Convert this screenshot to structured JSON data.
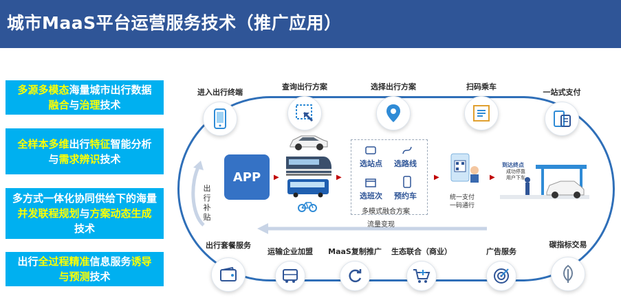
{
  "title": "城市MaaS平台运营服务技术（推广应用）",
  "tech_boxes": [
    {
      "parts": [
        {
          "t": "多源多模态",
          "hl": true
        },
        {
          "t": "海量城市出行数据",
          "hl": false
        },
        {
          "t": "融合",
          "hl": true
        },
        {
          "t": "与",
          "hl": false
        },
        {
          "t": "治理",
          "hl": true
        },
        {
          "t": "技术",
          "hl": false
        }
      ]
    },
    {
      "parts": [
        {
          "t": "全样本多维",
          "hl": true
        },
        {
          "t": "出行",
          "hl": false
        },
        {
          "t": "特征",
          "hl": true
        },
        {
          "t": "智能分析与",
          "hl": false
        },
        {
          "t": "需求辨识",
          "hl": true
        },
        {
          "t": "技术",
          "hl": false
        }
      ]
    },
    {
      "parts": [
        {
          "t": "多方式一体化协同供给下的海量",
          "hl": false
        },
        {
          "t": "并发联程规划",
          "hl": true
        },
        {
          "t": "与",
          "hl": false
        },
        {
          "t": "方案动态生成",
          "hl": true
        },
        {
          "t": "技术",
          "hl": false
        }
      ]
    },
    {
      "parts": [
        {
          "t": "出行",
          "hl": false
        },
        {
          "t": "全过程精准",
          "hl": true
        },
        {
          "t": "信息服务",
          "hl": false
        },
        {
          "t": "诱导与预测",
          "hl": true
        },
        {
          "t": "技术",
          "hl": false
        }
      ]
    }
  ],
  "top_nodes": [
    {
      "label": "进入出行终端",
      "icon": "phone-icon"
    },
    {
      "label": "查询出行方案",
      "icon": "search-map-icon"
    },
    {
      "label": "选择出行方案",
      "icon": "location-pin-icon"
    },
    {
      "label": "扫码乘车",
      "icon": "qr-scan-icon"
    },
    {
      "label": "一站式支付",
      "icon": "payment-terminal-icon"
    }
  ],
  "bottom_nodes": [
    {
      "label": "出行套餐服务",
      "icon": "wallet-icon"
    },
    {
      "label": "运输企业加盟",
      "icon": "bus-icon"
    },
    {
      "label": "MaaS复制推广",
      "icon": "refresh-icon"
    },
    {
      "label": "生态联合（商业）",
      "icon": "cart-icon"
    },
    {
      "label": "广告服务",
      "icon": "target-icon"
    },
    {
      "label": "碳指标交易",
      "icon": "leaf-icon"
    }
  ],
  "center": {
    "app_label": "APP",
    "side_text": [
      "出行",
      "补贴"
    ],
    "options": [
      "选站点",
      "选路线",
      "选班次",
      "预约车"
    ],
    "options_caption": "多模式融合方案",
    "pay_text": [
      "统一支付",
      "一码通行"
    ],
    "dest_title": "到达终点",
    "dest_items": [
      "成功停靠",
      "用户下车"
    ],
    "flow_label": "流量变现"
  },
  "colors": {
    "header": "#2f5597",
    "box": "#00b0f0",
    "highlight": "#ffff00",
    "track": "#2f6fb8"
  }
}
